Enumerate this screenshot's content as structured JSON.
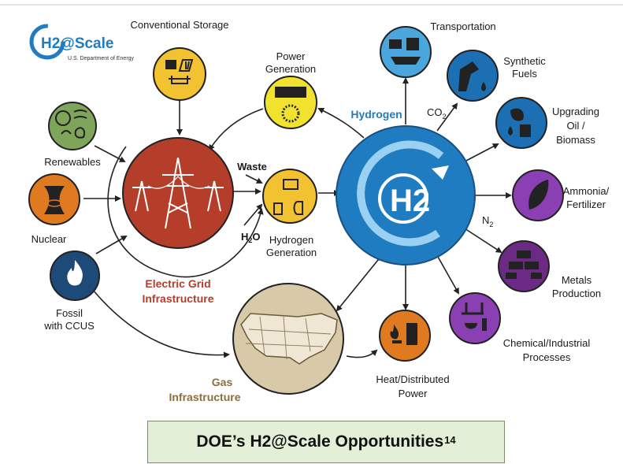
{
  "colors": {
    "grid_red": "#b53e2a",
    "hydrogen_blue": "#1f7cc1",
    "yellow": "#f2c230",
    "light_blue": "#4aa6dc",
    "dark_blue": "#1d6fb4",
    "purple": "#8a3fb2",
    "dark_violet": "#6b2a84",
    "orange": "#e07a20",
    "green": "#7fa55b",
    "navy": "#1e4a7a",
    "gas_tan": "#d8c9a8",
    "caption_bg": "#e3efd6"
  },
  "logo": {
    "text": "H2@Scale",
    "subtext": "U.S. Department of Energy"
  },
  "nodes": {
    "conventional_storage": "Conventional Storage",
    "power_generation_1": "Power",
    "power_generation_2": "Generation",
    "renewables": "Renewables",
    "nuclear": "Nuclear",
    "fossil_1": "Fossil",
    "fossil_2": "with CCUS",
    "electric_grid_1": "Electric Grid",
    "electric_grid_2": "Infrastructure",
    "waste": "Waste",
    "water": "H",
    "water_sub": "2",
    "water_o": "O",
    "hydrogen_generation_1": "Hydrogen",
    "hydrogen_generation_2": "Generation",
    "hydrogen": "Hydrogen",
    "hub_h": "H",
    "hub_2": "2",
    "transportation": "Transportation",
    "co2": "CO",
    "co2_sub": "2",
    "synthetic_fuels_1": "Synthetic",
    "synthetic_fuels_2": "Fuels",
    "upgrading_1": "Upgrading",
    "upgrading_2": "Oil /",
    "upgrading_3": "Biomass",
    "ammonia_1": "Ammonia/",
    "ammonia_2": "Fertilizer",
    "n2": "N",
    "n2_sub": "2",
    "metals_1": "Metals",
    "metals_2": "Production",
    "chemical_1": "Chemical/Industrial",
    "chemical_2": "Processes",
    "heat_1": "Heat/Distributed",
    "heat_2": "Power",
    "gas_1": "Gas",
    "gas_2": "Infrastructure"
  },
  "caption": {
    "text": "DOE’s H2@Scale Opportunities",
    "superscript": "14"
  }
}
